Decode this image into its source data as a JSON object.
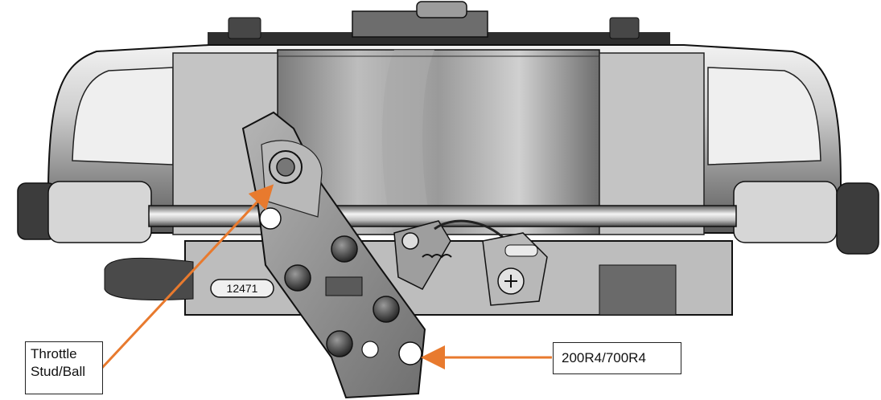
{
  "figure": {
    "part_stamp": "12471",
    "callouts": [
      {
        "id": "throttle",
        "lines": [
          "Throttle",
          "Stud/Ball"
        ]
      },
      {
        "id": "trans",
        "lines": [
          "200R4/700R4"
        ]
      }
    ],
    "colors": {
      "arrow": "#e87a2e",
      "metal_dark": "#3a3a3a",
      "metal_mid": "#8a8a8a",
      "metal_light": "#d9d9d9",
      "outline": "#111111"
    }
  }
}
